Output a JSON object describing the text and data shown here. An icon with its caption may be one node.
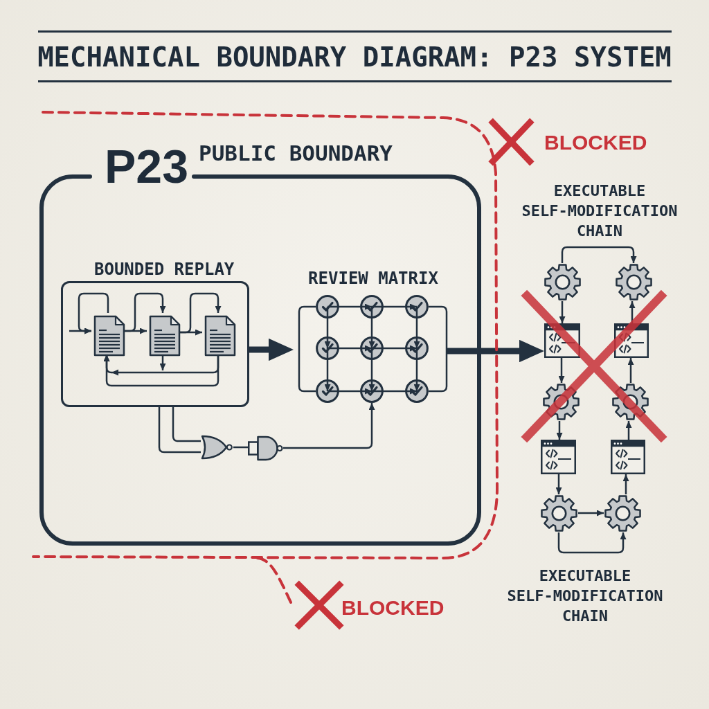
{
  "diagram": {
    "title": "MECHANICAL BOUNDARY DIAGRAM: P23 SYSTEM",
    "nodes": [
      {
        "text": [
          "P23",
          "PUBLIC BOUNDARY"
        ]
      },
      {
        "text": [
          "BOUNDED REPLAY"
        ],
        "in": 0
      },
      {
        "text": [],
        "shape": "document",
        "in": 1
      },
      {
        "text": [],
        "shape": "document",
        "in": 1
      },
      {
        "text": [],
        "shape": "document",
        "in": 1
      },
      {
        "text": [],
        "shape": "circle",
        "in": 0
      },
      {
        "text": [],
        "shape": "circle",
        "in": 0
      },
      {
        "text": [],
        "shape": "circle",
        "in": 0
      },
      {
        "text": [],
        "shape": "circle",
        "in": 0
      },
      {
        "text": [],
        "shape": "circle",
        "in": 0
      },
      {
        "text": [],
        "shape": "circle",
        "in": 0
      },
      {
        "text": [],
        "shape": "circle",
        "in": 0
      },
      {
        "text": [],
        "shape": "circle",
        "in": 0
      },
      {
        "text": [],
        "shape": "circle",
        "in": 0
      },
      {
        "text": [],
        "shape": "gate",
        "in": 0
      },
      {
        "text": [],
        "shape": "gate",
        "in": 0
      },
      {
        "text": [],
        "shape": "gear"
      },
      {
        "text": [],
        "shape": "gear"
      },
      {
        "text": [],
        "shape": "window"
      },
      {
        "text": [],
        "shape": "window"
      },
      {
        "text": [],
        "shape": "gear"
      },
      {
        "text": [],
        "shape": "gear"
      },
      {
        "text": [],
        "shape": "window"
      },
      {
        "text": [],
        "shape": "window"
      },
      {
        "text": [],
        "shape": "gear"
      },
      {
        "text": [],
        "shape": "gear"
      }
    ],
    "edges": [
      {
        "from": null,
        "to": 2,
        "arrow": "to"
      },
      {
        "from": 2,
        "to": 2,
        "arrow": "to"
      },
      {
        "from": 2,
        "to": 3,
        "arrow": "to"
      },
      {
        "from": 2,
        "to": 3,
        "arrow": "to"
      },
      {
        "from": 3,
        "to": 4,
        "arrow": "to"
      },
      {
        "from": 3,
        "to": 4,
        "arrow": "to"
      },
      {
        "from": 3,
        "to": null,
        "arrow": "to"
      },
      {
        "from": 4,
        "to": 2,
        "arrow": "to"
      },
      {
        "from": 4,
        "to": 2,
        "arrow": "to"
      },
      {
        "from": 1,
        "to": null,
        "arrow": "to",
        "style": "thick"
      },
      {
        "from": 5,
        "to": 6,
        "arrow": "to"
      },
      {
        "from": 6,
        "to": 7,
        "arrow": "to"
      },
      {
        "from": 8,
        "to": 9,
        "arrow": "to"
      },
      {
        "from": 9,
        "to": 10,
        "arrow": "to"
      },
      {
        "from": 11,
        "to": 12,
        "arrow": "to"
      },
      {
        "from": 12,
        "to": 13,
        "arrow": "to"
      },
      {
        "from": 5,
        "to": 8,
        "arrow": "to"
      },
      {
        "from": 8,
        "to": 11,
        "arrow": "to"
      },
      {
        "from": 6,
        "to": 9,
        "arrow": "to"
      },
      {
        "from": 9,
        "to": 12,
        "arrow": "to"
      },
      {
        "from": 7,
        "to": 10,
        "arrow": "to"
      },
      {
        "from": 10,
        "to": 13,
        "arrow": "to"
      },
      {
        "from": 5,
        "to": 11,
        "arrow": "none"
      },
      {
        "from": 7,
        "to": 13,
        "arrow": "none"
      },
      {
        "from": null,
        "to": 18,
        "arrow": "to",
        "style": "thick"
      },
      {
        "from": 1,
        "to": 14,
        "arrow": "none"
      },
      {
        "from": 1,
        "to": 14,
        "arrow": "none"
      },
      {
        "from": 14,
        "to": 15,
        "arrow": "none"
      },
      {
        "from": 15,
        "to": 12,
        "arrow": "to"
      },
      {
        "from": 16,
        "to": 17,
        "arrow": "to"
      },
      {
        "from": 16,
        "to": 18,
        "arrow": "to"
      },
      {
        "from": 18,
        "to": 20,
        "arrow": "to"
      },
      {
        "from": 20,
        "to": 22,
        "arrow": "to"
      },
      {
        "from": 22,
        "to": 24,
        "arrow": "to"
      },
      {
        "from": 24,
        "to": 25,
        "arrow": "to"
      },
      {
        "from": 24,
        "to": 25,
        "arrow": "to"
      },
      {
        "from": 25,
        "to": 23,
        "arrow": "to"
      },
      {
        "from": 23,
        "to": 21,
        "arrow": "to"
      },
      {
        "from": 21,
        "to": 19,
        "arrow": "to"
      },
      {
        "from": 19,
        "to": 17,
        "arrow": "to"
      }
    ],
    "labels": [
      "BLOCKED",
      "EXECUTABLE SELF-MODIFICATION CHAIN",
      "REVIEW MATRIX",
      "EXECUTABLE SELF-MODIFICATION CHAIN",
      "BLOCKED"
    ]
  }
}
